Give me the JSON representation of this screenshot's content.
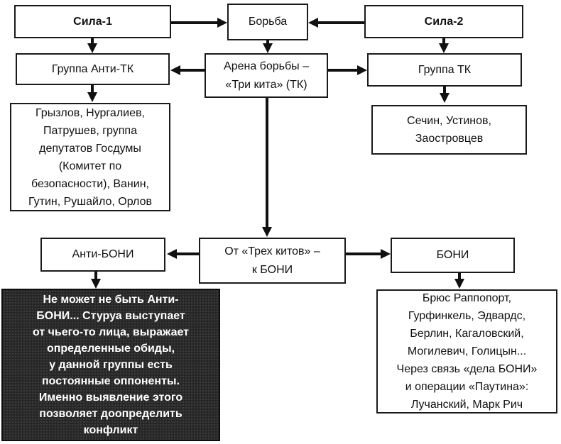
{
  "colors": {
    "box_border": "#1a1a1a",
    "box_bg": "#ffffff",
    "arrow": "#111111",
    "note_bg": "#262626",
    "note_text": "#ffffff"
  },
  "nodes": {
    "sila1": "Сила-1",
    "borba": "Борьба",
    "sila2": "Сила-2",
    "gruppa_anti_tk": "Группа Анти-ТК",
    "arena": "Арена борьбы –\n«Три кита» (ТК)",
    "gruppa_tk": "Группа ТК",
    "anti_tk_members": "Грызлов, Нургалиев,\nПатрушев, группа\nдепутатов Госдумы\n(Комитет по\nбезопасности), Ванин,\nГутин, Рушайло, Орлов",
    "tk_members": "Сечин, Устинов,\nЗаостровцев",
    "anti_boni": "Анти-БОНИ",
    "ot_trekh_kitov": "От «Трех китов» –\nк БОНИ",
    "boni": "БОНИ",
    "anti_boni_note": "Не может не быть Анти-\nБОНИ... Стуруа выступает\nот чьего-то лица, выражает\nопределенные обиды,\nу данной группы есть\nпостоянные оппоненты.\nИменно выявление этого\nпозволяет доопределить\nконфликт",
    "boni_members": "Брюс Раппопорт,\nГурфинкель, Эдвардс,\nБерлин, Кагаловский,\nМогилевич, Голицын...\nЧерез связь «дела БОНИ»\nи операции «Паутина»:\nЛучанский, Марк Рич"
  }
}
